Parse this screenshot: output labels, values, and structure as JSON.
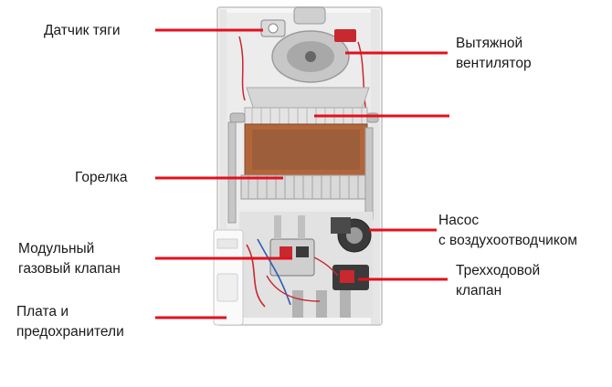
{
  "diagram": {
    "labels": [
      {
        "id": "draft-sensor",
        "text": "Датчик тяги"
      },
      {
        "id": "exhaust-fan",
        "text": "Вытяжной\nвентилятор"
      },
      {
        "id": "burner",
        "text": "Горелка"
      },
      {
        "id": "pump",
        "text": "Насос\nс воздухоотводчиком"
      },
      {
        "id": "gas-valve",
        "text": "Модульный\nгазовый клапан"
      },
      {
        "id": "three-way-valve",
        "text": "Трехходовой\nклапан"
      },
      {
        "id": "board-fuses",
        "text": "Плата и\nпредохранители"
      }
    ],
    "colors": {
      "leader": "#e3101e",
      "panel": "#f2f2f2",
      "frame": "#d8d8d8",
      "copper": "#b3653a",
      "hx": "#8a5a3c",
      "pipe": "#c0c0c0",
      "dark": "#3a3a3a",
      "red_part": "#c8282e"
    }
  }
}
